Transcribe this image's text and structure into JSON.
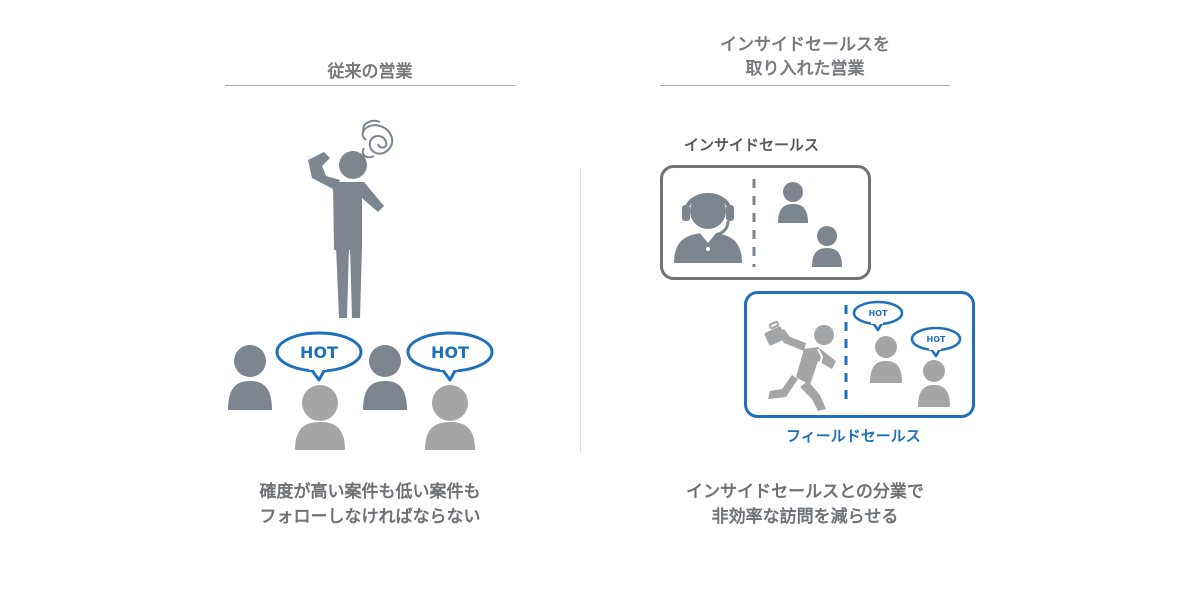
{
  "left": {
    "header": "従来の営業",
    "caption_line1": "確度が高い案件も低い案件も",
    "caption_line2": "フォローしなければならない",
    "hot_label": "HOT"
  },
  "right": {
    "header_line1": "インサイドセールスを",
    "header_line2": "取り入れた営業",
    "inside_sales_label": "インサイドセールス",
    "field_sales_label": "フィールドセールス",
    "hot_label": "HOT",
    "caption_line1": "インサイドセールスとの分業で",
    "caption_line2": "非効率な訪問を減らせる"
  },
  "colors": {
    "dark_person": "#7d858f",
    "light_person": "#a4a5a7",
    "accent_blue": "#1e70ba",
    "frame_gray": "#6f7276"
  }
}
